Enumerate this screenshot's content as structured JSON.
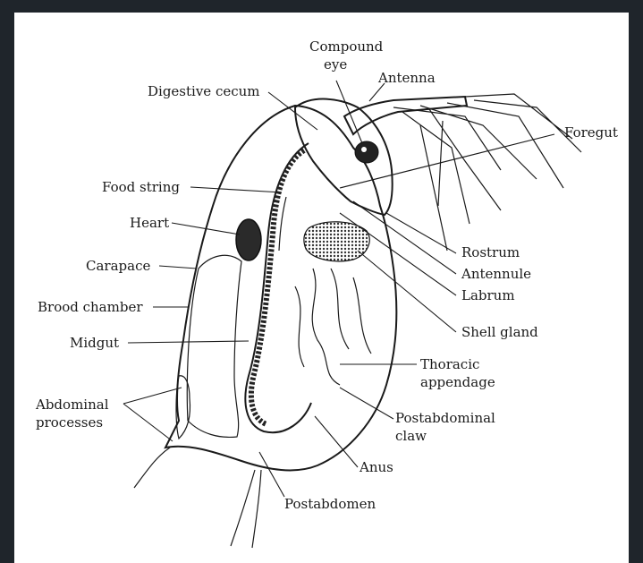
{
  "labels": {
    "compound_eye_1": "Compound",
    "compound_eye_2": "eye",
    "antenna": "Antenna",
    "digestive_cecum": "Digestive cecum",
    "foregut": "Foregut",
    "food_string": "Food string",
    "heart": "Heart",
    "rostrum": "Rostrum",
    "carapace": "Carapace",
    "antennule": "Antennule",
    "brood_chamber": "Brood chamber",
    "labrum": "Labrum",
    "shell_gland": "Shell gland",
    "midgut": "Midgut",
    "thoracic_appendage_1": "Thoracic",
    "thoracic_appendage_2": "appendage",
    "abdominal_processes_1": "Abdominal",
    "abdominal_processes_2": "processes",
    "postabdominal_claw_1": "Postabdominal",
    "postabdominal_claw_2": "claw",
    "anus": "Anus",
    "postabdomen": "Postabdomen"
  }
}
